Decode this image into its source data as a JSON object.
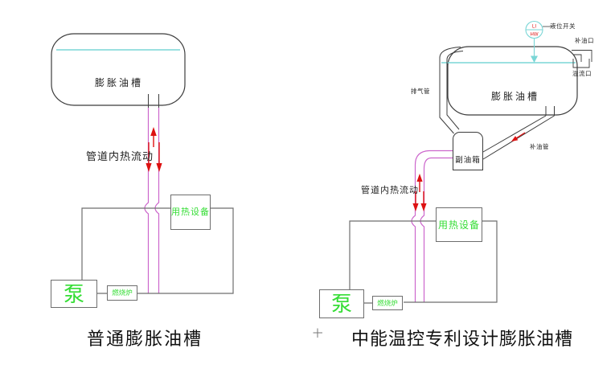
{
  "colors": {
    "outline": "#3c3c3c",
    "loop_gray": "#6e6e6e",
    "pipe_magenta": "#cc66cc",
    "arrow_red": "#dd1111",
    "liquid_cyan": "#7ad6d6",
    "equipment_green": "#35dd35",
    "label_black": "#1f1f1f"
  },
  "left_diagram": {
    "caption": "普通膨胀油槽",
    "tank_label": "膨胀油槽",
    "pipe_flow_label": "管道内热流动",
    "heat_device_label": "用热设备",
    "pump_label": "泵",
    "furnace_label": "燃烧炉"
  },
  "right_diagram": {
    "caption": "中能温控专利设计膨胀油槽",
    "tank_label": "膨胀油槽",
    "instrument": {
      "tag_top": "LI",
      "tag_bottom": "HW",
      "label": "液位开关"
    },
    "refill_port_label": "补油口",
    "overflow_port_label": "溢流口",
    "vent_pipe_label": "排气管",
    "aux_tank_label": "副油箱",
    "supply_pipe_label": "补油管",
    "pipe_flow_label": "管道内热流动",
    "heat_device_label": "用热设备",
    "pump_label": "泵",
    "furnace_label": "燃烧炉"
  }
}
